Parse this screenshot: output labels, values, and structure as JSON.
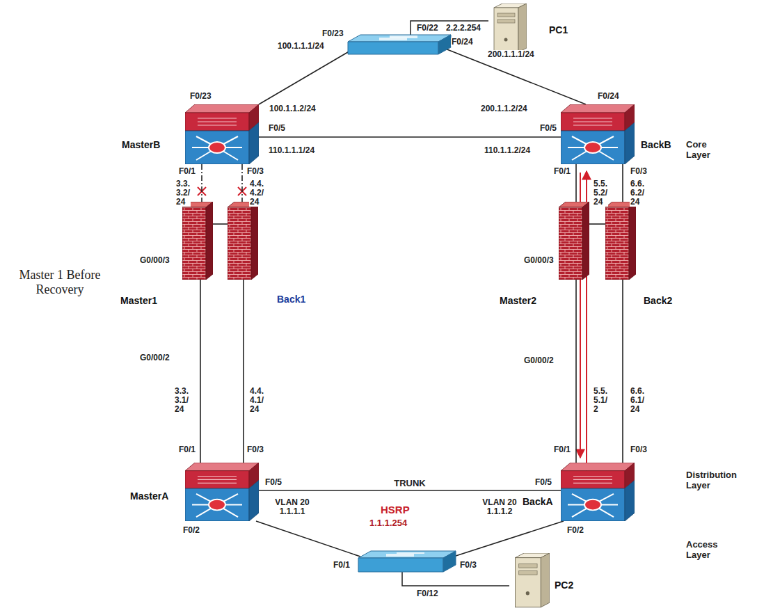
{
  "diagram": {
    "nodes": [
      {
        "text": [
          "PC1"
        ]
      },
      {
        "text": [
          "MasterB"
        ]
      },
      {
        "text": [
          "BackB"
        ]
      },
      {
        "text": [
          "Master1"
        ]
      },
      {
        "text": [
          "Back1"
        ]
      },
      {
        "text": [
          "Master2"
        ]
      },
      {
        "text": [
          "Back2"
        ]
      },
      {
        "text": [
          "MasterA"
        ]
      },
      {
        "text": [
          "BackA"
        ]
      },
      {
        "text": [
          "PC2"
        ]
      }
    ],
    "edges": [
      {
        "from": 1,
        "to": 2,
        "arrow": "none"
      },
      {
        "from": 1,
        "to": 3,
        "arrow": "none"
      },
      {
        "from": 1,
        "to": 4,
        "arrow": "none"
      },
      {
        "from": 3,
        "to": 4,
        "arrow": "none"
      },
      {
        "from": 3,
        "to": 7,
        "arrow": "none"
      },
      {
        "from": 4,
        "to": 7,
        "arrow": "none"
      },
      {
        "from": 2,
        "to": 5,
        "arrow": "none"
      },
      {
        "from": 2,
        "to": 6,
        "arrow": "none"
      },
      {
        "from": 5,
        "to": 6,
        "arrow": "none"
      },
      {
        "from": 5,
        "to": 8,
        "arrow": "none"
      },
      {
        "from": 6,
        "to": 8,
        "arrow": "none"
      },
      {
        "from": 7,
        "to": 8,
        "label": "TRUNK",
        "arrow": "none"
      }
    ],
    "labels": [
      "F0/22",
      "2.2.2.254",
      "F0/23",
      "100.1.1.1/24",
      "F0/24",
      "200.1.1.1/24",
      "F0/23",
      "100.1.1.2/24",
      "200.1.1.2/24",
      "F0/24",
      "F0/5",
      "110.1.1.1/24",
      "F0/5",
      "110.1.1.2/24",
      "Core Layer",
      "F0/1",
      "F0/3",
      "3.3. 3.2/ 24",
      "4.4. 4.2/ 24",
      "F0/1",
      "F0/3",
      "5.5. 5.2/ 24",
      "6.6. 6.2/ 24",
      "Master 1 Before Recovery",
      "G0/00/3",
      "G0/00/3",
      "G0/00/2",
      "G0/00/2",
      "3.3. 3.1/ 24",
      "4.4. 4.1/ 24",
      "5.5. 5.1/ 2",
      "6.6. 6.1/ 24",
      "F0/1",
      "F0/3",
      "F0/1",
      "F0/3",
      "Distribution Layer",
      "F0/5",
      "F0/5",
      "VLAN 20 1.1.1.1",
      "VLAN 20 1.1.1.2",
      "HSRP",
      "1.1.1.254",
      "F0/2",
      "F0/2",
      "Access Layer",
      "F0/1",
      "F0/3",
      "F0/12"
    ]
  }
}
